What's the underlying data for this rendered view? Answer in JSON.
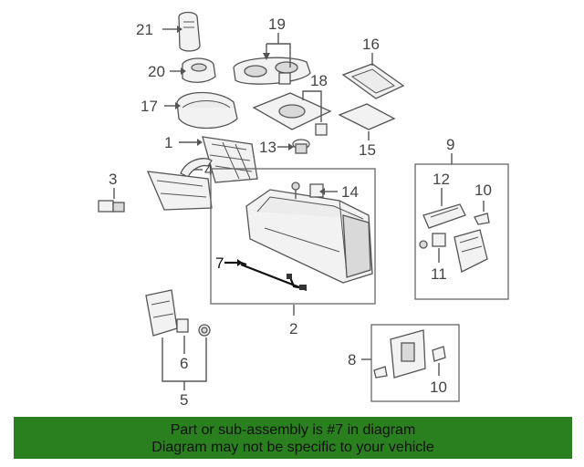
{
  "callouts": {
    "c1": "1",
    "c2": "2",
    "c3": "3",
    "c4": "4",
    "c5": "5",
    "c6": "6",
    "c7": "7",
    "c8": "8",
    "c9": "9",
    "c10a": "10",
    "c10b": "10",
    "c11": "11",
    "c12": "12",
    "c13": "13",
    "c14": "14",
    "c15": "15",
    "c16": "16",
    "c17": "17",
    "c18": "18",
    "c19": "19",
    "c20": "20",
    "c21": "21"
  },
  "banner": {
    "line1": "Part or sub-assembly is #7 in diagram",
    "line2": "Diagram may not be specific to your vehicle",
    "color": "#2a7f1f"
  },
  "highlight_part": "7"
}
